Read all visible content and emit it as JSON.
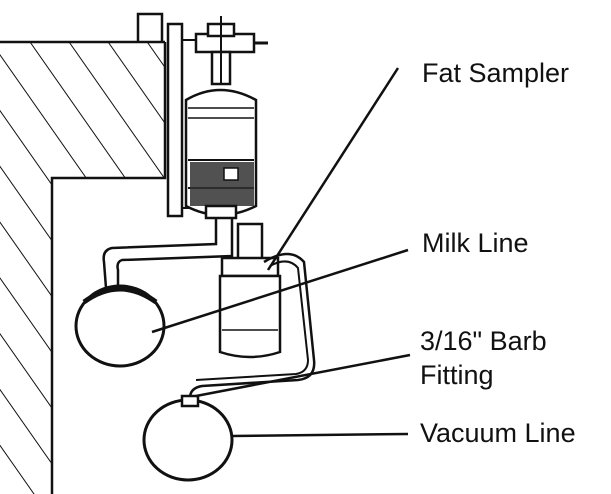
{
  "labels": {
    "fat_sampler": "Fat Sampler",
    "milk_line": "Milk Line",
    "barb_fitting_line1": "3/16\" Barb",
    "barb_fitting_line2": "Fitting",
    "vacuum_line": "Vacuum Line"
  },
  "colors": {
    "ink": "#111111",
    "background": "#ffffff",
    "shade": "#333333"
  }
}
